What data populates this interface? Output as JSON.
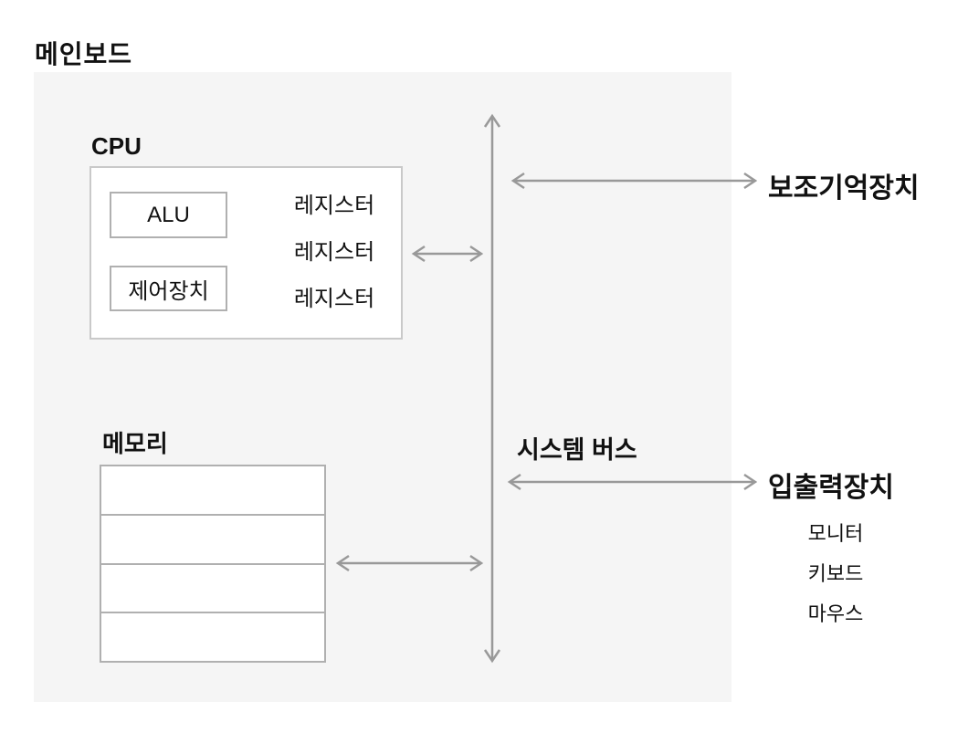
{
  "title": "메인보드",
  "cpu": {
    "label": "CPU",
    "alu_label": "ALU",
    "control_unit_label": "제어장치",
    "registers": [
      "레지스터",
      "레지스터",
      "레지스터"
    ]
  },
  "memory": {
    "label": "메모리",
    "cell_count": 4
  },
  "system_bus": {
    "label": "시스템 버스"
  },
  "secondary_storage": {
    "label": "보조기억장치"
  },
  "io": {
    "label": "입출력장치",
    "devices": [
      "모니터",
      "키보드",
      "마우스"
    ]
  },
  "colors": {
    "panel_bg": "#f5f5f5",
    "cpu_box_border": "#c9c9c9",
    "inner_box_border": "#b0b0b0",
    "arrow": "#999999",
    "text": "#111111"
  }
}
